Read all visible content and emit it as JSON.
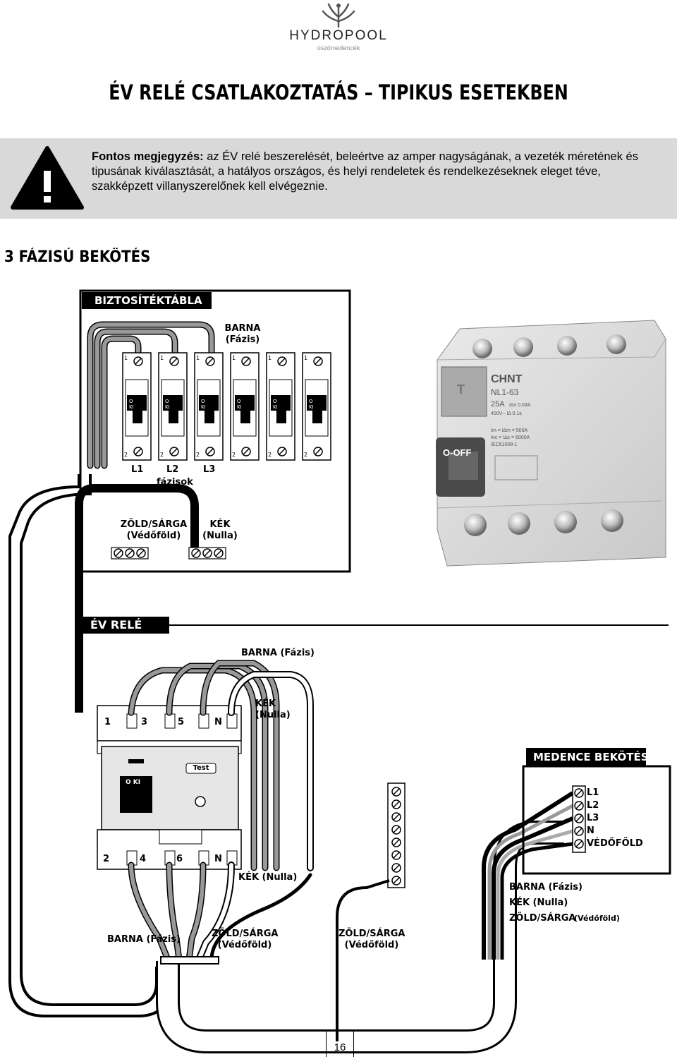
{
  "logo": {
    "name": "HYDROPOOL",
    "tagline": "úszómedencék"
  },
  "title": "ÉV RELÉ CSATLAKOZTATÁS – TIPIKUS ESETEKBEN",
  "note": {
    "lead": "Fontos megjegyzés:",
    "text": " az ÉV relé beszerelését, beleértve az amper nagyságának, a vezeték méretének és tipusának kiválasztását, a hatályos országos, és helyi rendeletek és rendelkezéseknek eleget téve, szakképzett villanyszerelőnek kell elvégeznie."
  },
  "section_title": "3 FÁZISÚ BEKÖTÉS",
  "panel": {
    "header": "BIZTOSÍTÉKTÁBLA",
    "brown_line1": "BARNA",
    "brown_line2": "(Fázis)",
    "breaker_top": "1",
    "breaker_bottom": "2",
    "switch": "O  KI",
    "l1": "L1",
    "l2": "L2",
    "l3": "L3",
    "phases": "fázisok",
    "earth_line1": "ZÖLD/SÁRGA",
    "earth_line2": "(Védőföld)",
    "neutral_line1": "KÉK",
    "neutral_line2": "(Nulla)"
  },
  "rcd_photo": {
    "brand": "CHNT",
    "model": "NL1-63",
    "rating": "25A",
    "sens": "I∆n 0.03A",
    "volt": "400V~  I∆ 0.1s",
    "spec1": "Im = I∆m = 500A",
    "spec2": "Inc = I∆c = 6000A",
    "std": "IEC61008-1",
    "toggle": "O-OFF",
    "test": "T"
  },
  "relay": {
    "header": "ÉV RELÉ",
    "brown_label": "BARNA (Fázis)",
    "blue_line1": "KÉK",
    "blue_line2": "(Nulla)",
    "top_terms": [
      "1",
      "3",
      "5",
      "N"
    ],
    "bottom_terms": [
      "2",
      "4",
      "6",
      "N"
    ],
    "test": "Test",
    "switch": "O  KI",
    "blue_bottom": "KÉK (Nulla)",
    "brown_bottom": "BARNA (Fázis)",
    "earth1_line1": "ZÖLD/SÁRGA",
    "earth1_line2": "(Védőföld)",
    "earth2_line1": "ZÖLD/SÁRGA",
    "earth2_line2": "(Védőföld)"
  },
  "pool": {
    "header": "MEDENCE BEKÖTÉS",
    "terms": [
      "L1",
      "L2",
      "L3",
      "N",
      "VÉDŐFÖLD"
    ],
    "legend_brown": "BARNA (Fázis)",
    "legend_blue": "KÉK (Nulla)",
    "legend_earth": "ZÖLD/SÁRGA",
    "legend_earth2": "(Védőföld)"
  },
  "page_number": "16"
}
